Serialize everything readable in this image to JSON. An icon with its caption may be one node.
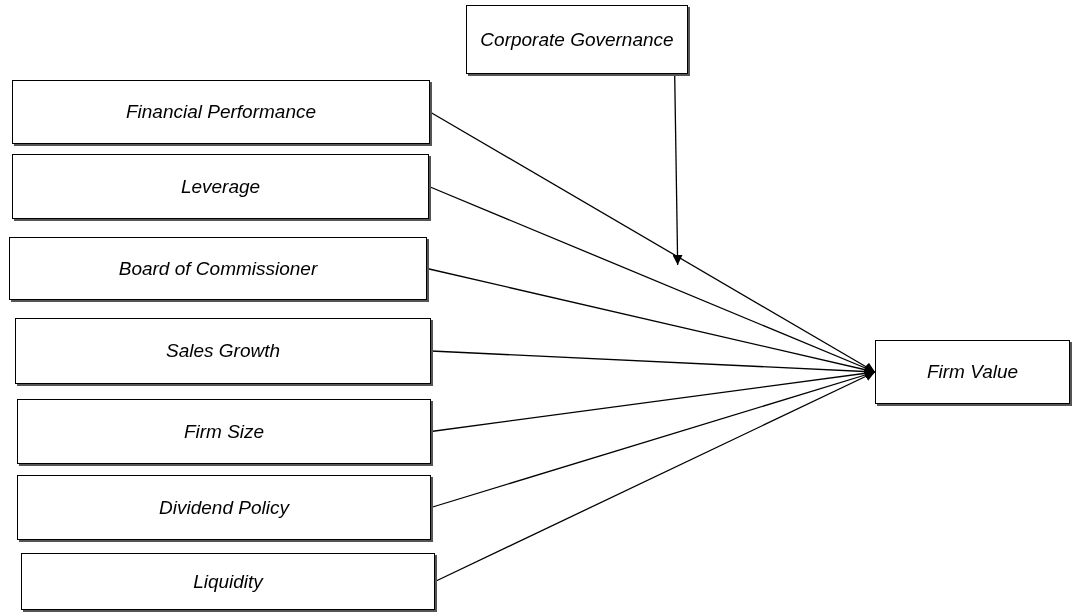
{
  "diagram": {
    "nodes": [
      {
        "text": [
          "Corporate Governance"
        ]
      },
      {
        "text": [
          "Financial Performance"
        ]
      },
      {
        "text": [
          "Leverage"
        ]
      },
      {
        "text": [
          "Board of Commissioner"
        ]
      },
      {
        "text": [
          "Sales Growth"
        ]
      },
      {
        "text": [
          "Firm Size"
        ]
      },
      {
        "text": [
          "Dividend Policy"
        ]
      },
      {
        "text": [
          "Liquidity"
        ]
      },
      {
        "text": [
          "Firm Value"
        ]
      }
    ],
    "edges": [
      {
        "from": 1,
        "to": 8,
        "arrow": "to"
      },
      {
        "from": 2,
        "to": 8,
        "arrow": "to"
      },
      {
        "from": 3,
        "to": 8,
        "arrow": "to"
      },
      {
        "from": 4,
        "to": 8,
        "arrow": "to"
      },
      {
        "from": 5,
        "to": 8,
        "arrow": "to"
      },
      {
        "from": 6,
        "to": 8,
        "arrow": "to"
      },
      {
        "from": 7,
        "to": 8,
        "arrow": "to"
      },
      {
        "from": 0,
        "to": null,
        "arrow": "to"
      }
    ]
  }
}
